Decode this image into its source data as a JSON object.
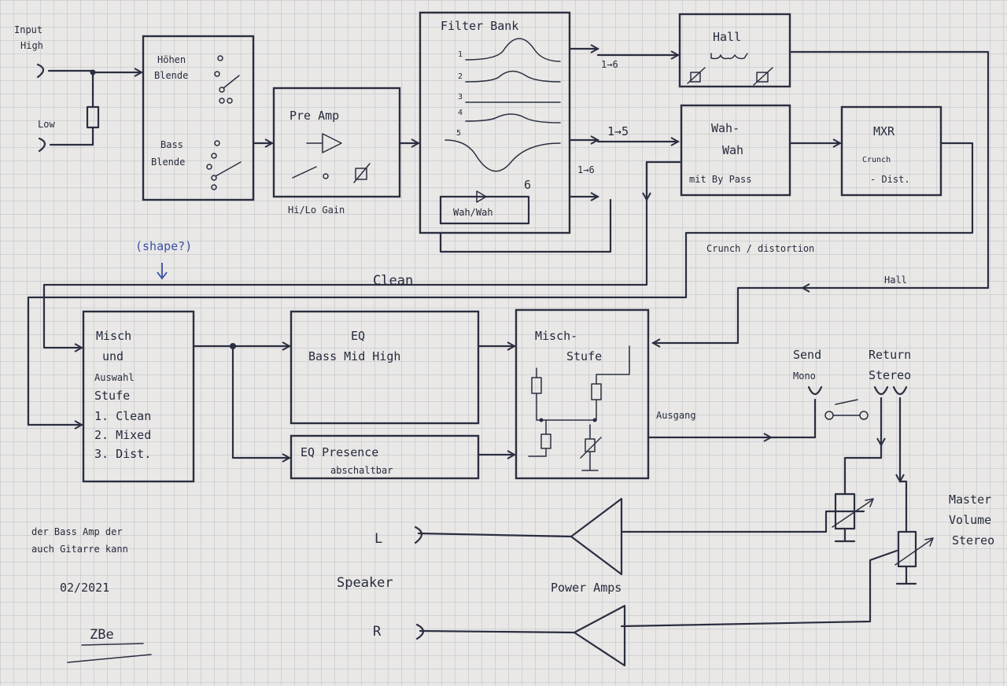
{
  "colors": {
    "paper": "#e9e8e6",
    "grid": "#b9bcc4",
    "ink": "#2b2e40",
    "blue_ink": "#3b4fa8"
  },
  "inputs": {
    "label_line1": "Input",
    "label_high": "High",
    "label_low": "Low"
  },
  "blend": {
    "highs_line1": "Höhen",
    "highs_line2": "Blende",
    "bass_line1": "Bass",
    "bass_line2": "Blende"
  },
  "preamp": {
    "title": "Pre Amp",
    "caption": "Hi/Lo Gain"
  },
  "filterbank": {
    "title": "Filter Bank",
    "bands": [
      "1",
      "2",
      "3",
      "4",
      "5"
    ],
    "band_count": "6",
    "wah_label": "Wah/Wah"
  },
  "routing": {
    "to_hall": "1→6",
    "to_wah": "1→5",
    "to_mix": "1→6",
    "clean": "Clean",
    "crunch": "Crunch / distortion",
    "hall_return": "Hall",
    "output_label": "Ausgang"
  },
  "hall": {
    "title": "Hall"
  },
  "wah": {
    "line1": "Wah-",
    "line2": "Wah",
    "line3": "mit By Pass"
  },
  "mxr": {
    "title": "MXR",
    "line1": "Crunch",
    "line2": "- Dist."
  },
  "shape_note": "(shape?)",
  "mix_select": {
    "line1": "Misch",
    "line2": "und",
    "line3": "Auswahl",
    "line4": "Stufe",
    "opt1": "1. Clean",
    "opt2": "2. Mixed",
    "opt3": "3. Dist."
  },
  "eq": {
    "title": "EQ",
    "bands": "Bass Mid High"
  },
  "eq_presence": {
    "title": "EQ Presence",
    "sub": "abschaltbar"
  },
  "mix_stage": {
    "line1": "Misch-",
    "line2": "Stufe"
  },
  "send": {
    "line1": "Send",
    "line2": "Mono"
  },
  "return": {
    "line1": "Return",
    "line2": "Stereo"
  },
  "master": {
    "line1": "Master",
    "line2": "Volume",
    "line3": "Stereo"
  },
  "speaker": {
    "left": "L",
    "right": "R",
    "label": "Speaker"
  },
  "power_amps": "Power Amps",
  "footer": {
    "note_line1": "der Bass Amp der",
    "note_line2": "auch Gitarre kann",
    "date": "02/2021",
    "signature": "ZBe"
  }
}
